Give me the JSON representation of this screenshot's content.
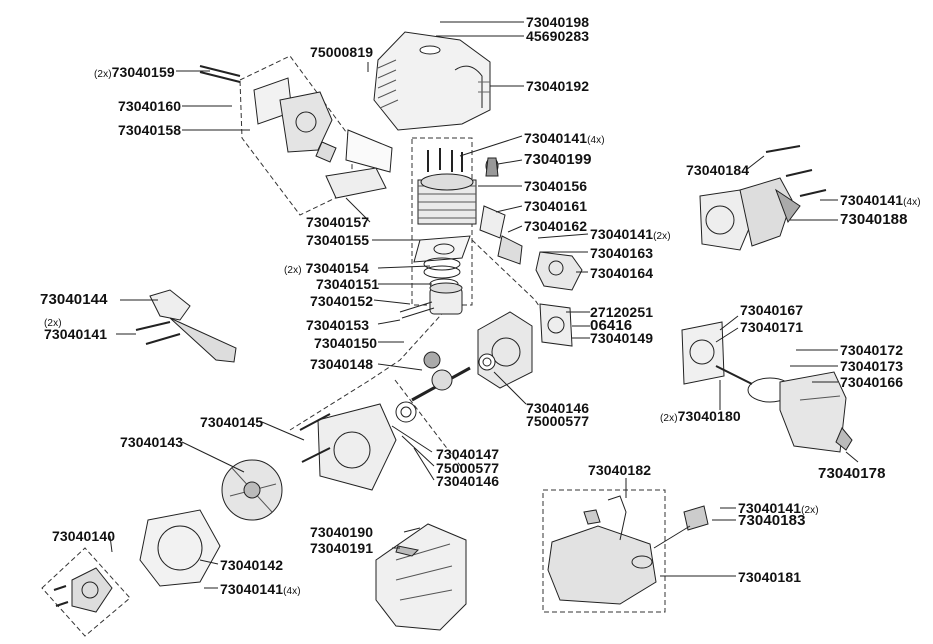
{
  "labels": {
    "p73040198": "73040198",
    "p45690283": "45690283",
    "p75000819": "75000819",
    "p73040192": "73040192",
    "p73040159": "73040159",
    "q2x_a": "(2x)",
    "p73040160": "73040160",
    "p73040158": "73040158",
    "p73040141_4x_a": "73040141",
    "q4x_a": "(4x)",
    "p73040199": "73040199",
    "p73040156": "73040156",
    "p73040161": "73040161",
    "p73040162": "73040162",
    "p73040141_2x_a": "73040141",
    "q2x_b": "(2x)",
    "p73040163": "73040163",
    "p73040164": "73040164",
    "p73040157": "73040157",
    "p73040155": "73040155",
    "p73040154": "73040154",
    "q2x_c": "(2x)",
    "p73040151": "73040151",
    "p73040152": "73040152",
    "p73040153": "73040153",
    "p73040150": "73040150",
    "p73040148": "73040148",
    "p73040144": "73040144",
    "q2x_d": "(2x)",
    "p73040141_b": "73040141",
    "p27120251": "27120251",
    "p06416": "06416",
    "p73040149": "73040149",
    "p73040146_a": "73040146",
    "p75000577_a": "75000577",
    "p73040184": "73040184",
    "p73040141_4x_b": "73040141",
    "q4x_b": "(4x)",
    "p73040188": "73040188",
    "p73040167": "73040167",
    "p73040171": "73040171",
    "p73040172": "73040172",
    "p73040173": "73040173",
    "p73040166": "73040166",
    "p73040180": "73040180",
    "q2x_e": "(2x)",
    "p73040178": "73040178",
    "p73040145": "73040145",
    "p73040143": "73040143",
    "p73040147": "73040147",
    "p75000577_b": "75000577",
    "p73040146_b": "73040146",
    "p73040182": "73040182",
    "p73040141_2x_c": "73040141",
    "q2x_f": "(2x)",
    "p73040183": "73040183",
    "p73040181": "73040181",
    "p73040190": "73040190",
    "p73040191": "73040191",
    "p73040140": "73040140",
    "p73040142": "73040142",
    "p73040141_4x_c": "73040141",
    "q4x_c": "(4x)"
  },
  "colors": {
    "ink": "#111111",
    "line": "#222222",
    "shade": "#9a9a9a",
    "light": "#d4d4d4"
  }
}
